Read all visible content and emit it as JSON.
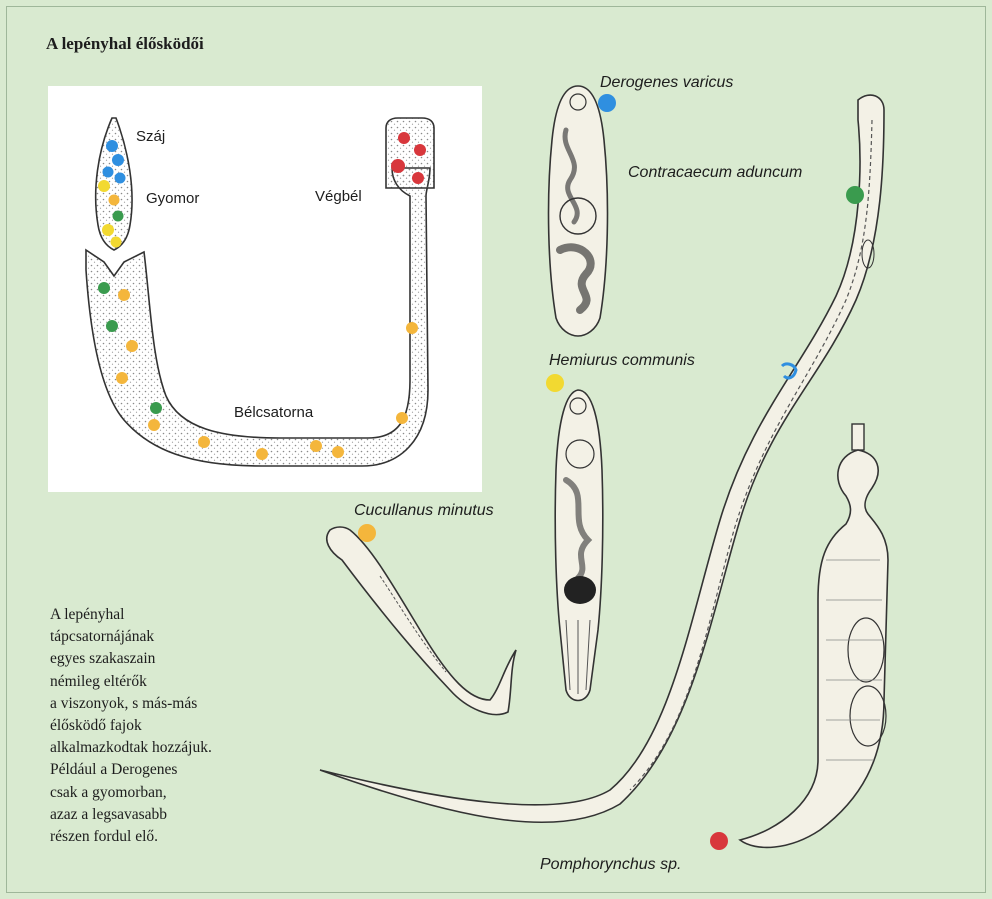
{
  "title": "A lepényhal élősködői",
  "inset": {
    "labels": {
      "mouth": "Száj",
      "stomach": "Gyomor",
      "rectum": "Végbél",
      "intestine": "Bélcsatorna"
    }
  },
  "species": [
    {
      "name": "Derogenes varicus",
      "color": "#2f8fe0"
    },
    {
      "name": "Contracaecum aduncum",
      "color": "#3a9b4e"
    },
    {
      "name": "Hemiurus communis",
      "color": "#f2d931"
    },
    {
      "name": "Cucullanus minutus",
      "color": "#f4b63c"
    },
    {
      "name": "Pomphorynchus sp.",
      "color": "#d8373c"
    }
  ],
  "caption": "A lepényhal\ntápcsatornájának\negyes szakaszain\nnémileg eltérők\na viszonyok, s más-más\nélősködő fajok\nalkalmazkodtak hozzájuk.\nPéldául a Derogenes\ncsak a gyomorban,\nazaz a legsavasabb\nrészen fordul elő."
}
